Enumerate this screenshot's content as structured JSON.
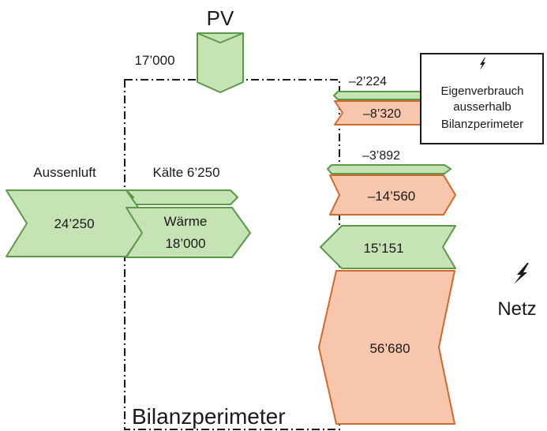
{
  "labels": {
    "pv": "PV",
    "pv_value": "17’000",
    "aussenluft": "Aussenluft",
    "kaelte": "Kälte 6’250",
    "aussenluft_value": "24’250",
    "waerme_line1": "Wärme",
    "waerme_line2": "18’000",
    "eigen_green": "–2’224",
    "eigen_orange": "–8’320",
    "export_green": "–3’892",
    "export_orange": "–14’560",
    "import_green": "15’151",
    "import_orange": "56’680",
    "eigen_box_line1": "Eigenverbrauch",
    "eigen_box_line2": "ausserhalb",
    "eigen_box_line3": "Bilanzperimeter",
    "netz": "Netz",
    "bilanzperimeter": "Bilanzperimeter"
  },
  "icons": {
    "box_bolt": "lightning-icon",
    "netz_bolt": "lightning-icon"
  },
  "colors": {
    "green_fill": "#c5e3b5",
    "green_stroke": "#5a9a46",
    "orange_fill": "#f7c6ac",
    "orange_stroke": "#d2692c",
    "line": "#1a1a1a"
  }
}
